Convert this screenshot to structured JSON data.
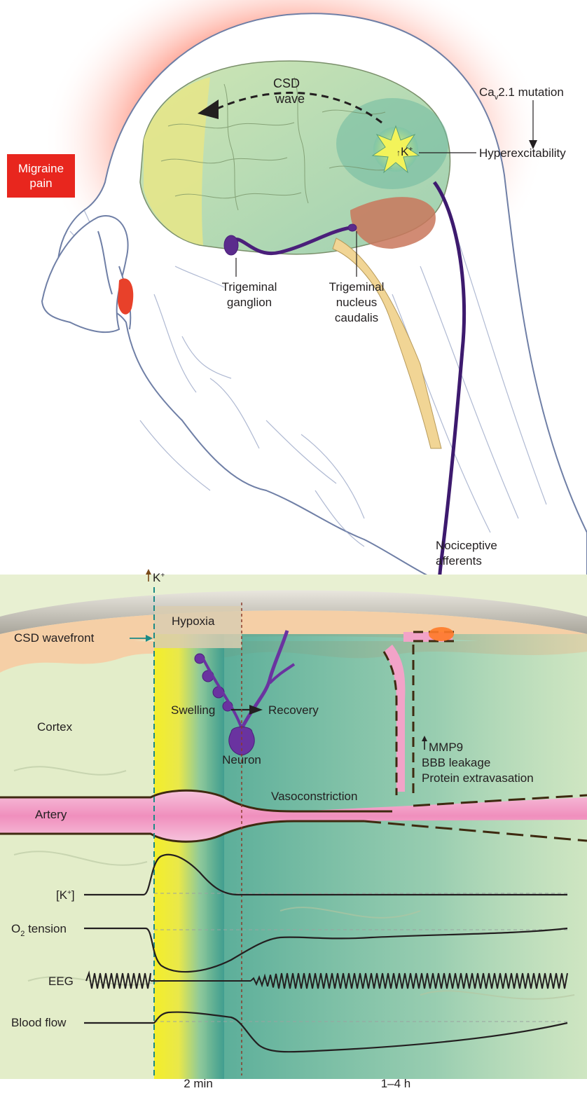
{
  "top": {
    "migraine_pain": [
      "Migraine",
      "pain"
    ],
    "csd_wave": [
      "CSD",
      "wave"
    ],
    "k_plus_focus": "K",
    "k_plus_sup": "+",
    "cav_mutation_prefix": "Ca",
    "cav_mutation_sub": "v",
    "cav_mutation_suffix": "2.1 mutation",
    "hyperexcitability": "Hyperexcitability",
    "trigeminal_ganglion": [
      "Trigeminal",
      "ganglion"
    ],
    "trigeminal_nucleus": [
      "Trigeminal",
      "nucleus",
      "caudalis"
    ],
    "nociceptive_afferents": [
      "Nociceptive",
      "afferents"
    ]
  },
  "bottom": {
    "k_plus_top": "K",
    "k_plus_top_sup": "+",
    "hypoxia": "Hypoxia",
    "csd_wavefront": "CSD wavefront",
    "cortex": "Cortex",
    "swelling": "Swelling",
    "recovery": "Recovery",
    "neuron": "Neuron",
    "mmp9": "MMP9",
    "bbb_leakage": "BBB leakage",
    "protein_extravasation": "Protein extravasation",
    "vasoconstriction": "Vasoconstriction",
    "artery": "Artery"
  },
  "traces": {
    "k_label": "[K",
    "k_sup": "+",
    "k_close": "]",
    "o2_label_prefix": "O",
    "o2_label_sub": "2",
    "o2_label_suffix": " tension",
    "eeg_label": "EEG",
    "blood_flow_label": "Blood flow"
  },
  "time_axis": {
    "t1": "2 min",
    "t2": "1–4 h"
  },
  "colors": {
    "pain_red": "#e8261e",
    "glow_red": "#ff3b24",
    "neuron_purple": "#5b2b8c",
    "artery_pink": "#f2a3c8",
    "artery_red_label": "#c8262b",
    "wavefront_teal": "#1b8a86",
    "cortex_brown": "#7a4a1a",
    "green_teal": "#4aa08a",
    "yellow": "#f3e838"
  }
}
